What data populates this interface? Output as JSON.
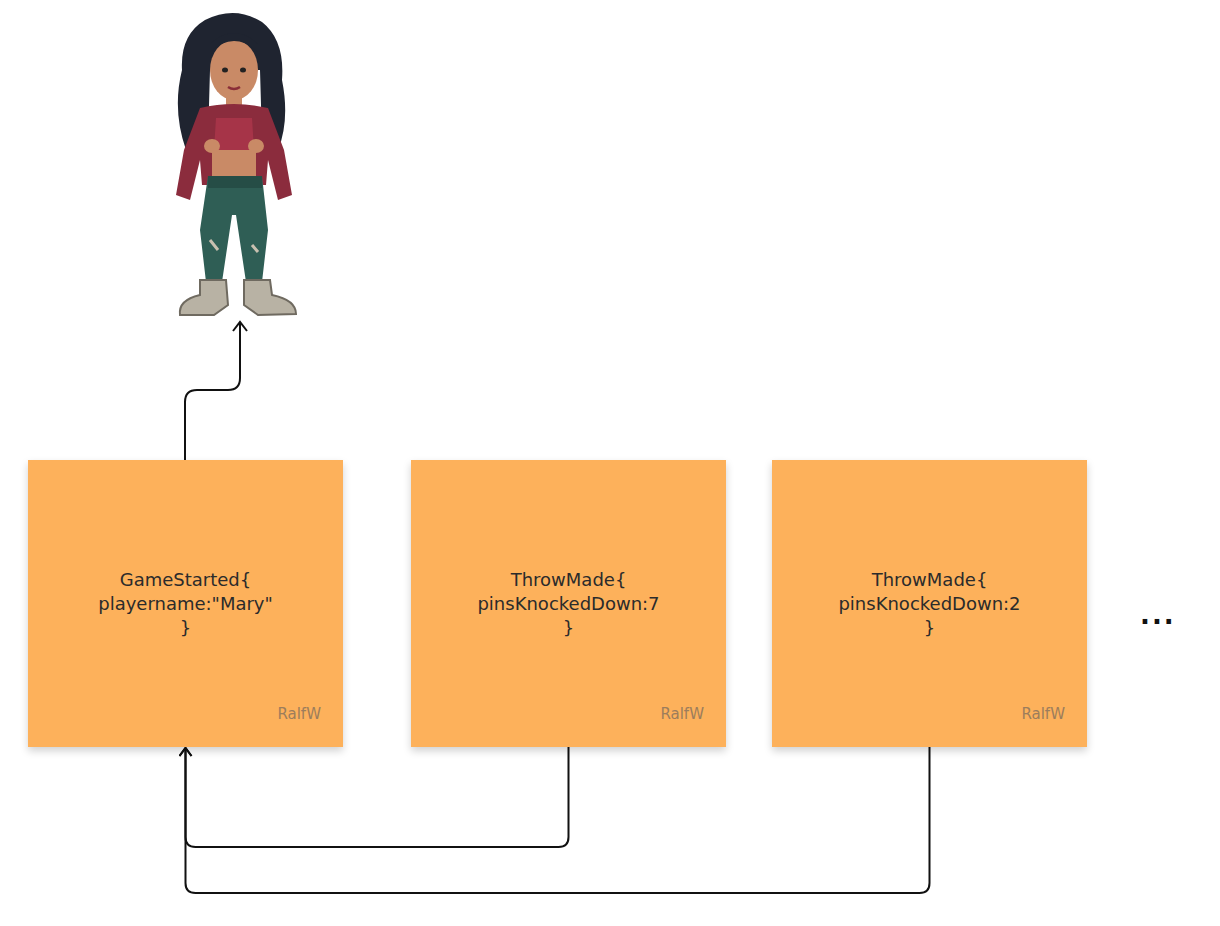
{
  "diagram": {
    "nodes": [
      {
        "text": [
          "GameStarted{ playername:\"Mary\" }",
          "RalfW"
        ]
      },
      {
        "text": [
          "ThrowMade{ pinsKnockedDown:7 }",
          "RalfW"
        ]
      },
      {
        "text": [
          "ThrowMade{ pinsKnockedDown:2 }",
          "RalfW"
        ]
      }
    ],
    "edges": [
      {
        "from": 1,
        "to": 0,
        "arrow": "to"
      },
      {
        "from": 2,
        "to": 0,
        "arrow": "to"
      }
    ],
    "labels": [
      "..."
    ]
  }
}
